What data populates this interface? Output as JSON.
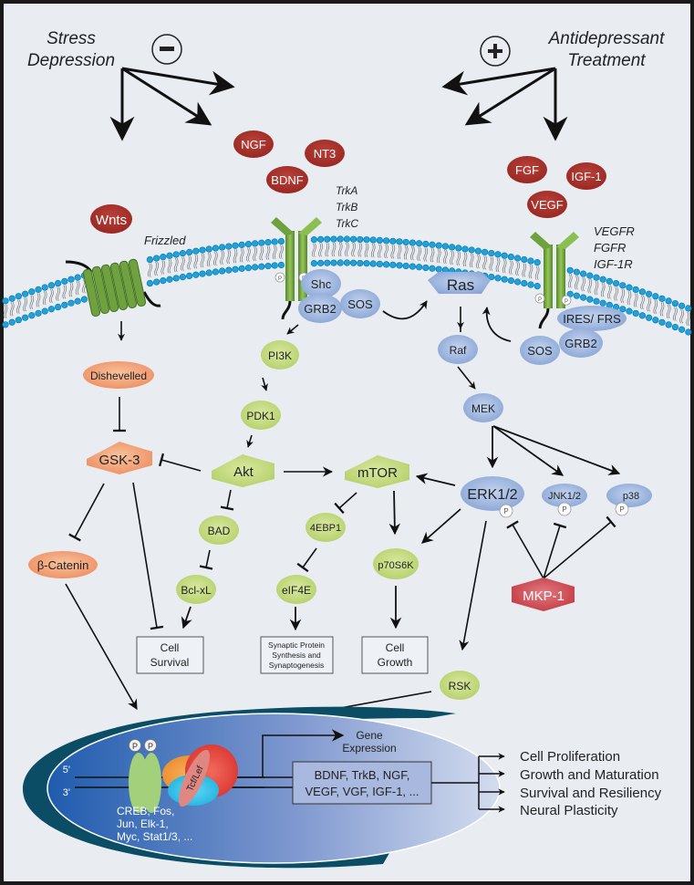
{
  "title_left": {
    "line1": "Stress",
    "line2": "Depression",
    "sign": "−"
  },
  "title_right": {
    "line1": "Antidepressant",
    "line2": "Treatment",
    "sign": "+"
  },
  "colors": {
    "background": "#e9edf2",
    "border": "#1a1a1a",
    "ligand_red": "#a8302b",
    "green_node": "#c9dd86",
    "blue_node": "#8fa9d6",
    "orange_node": "#f2a074",
    "mkp_red": "#cd4850",
    "lipid_head": "#1aa3de",
    "receptor_green": "#6fa23f",
    "nucleus_dark": "#0c4d66",
    "nucleus_blue": "#3b6fbd"
  },
  "ligands": {
    "wnts": "Wnts",
    "ngf": "NGF",
    "nt3": "NT3",
    "bdnf": "BDNF",
    "fgf": "FGF",
    "igf1": "IGF-1",
    "vegf": "VEGF"
  },
  "receptors": {
    "frizzled": "Frizzled",
    "trk": [
      "TrkA",
      "TrkB",
      "TrkC"
    ],
    "rtk": [
      "VEGFR",
      "FGFR",
      "IGF-1R"
    ]
  },
  "adaptors": {
    "shc": "Shc",
    "grb2_left": "GRB2",
    "sos_left": "SOS",
    "ras": "Ras",
    "raf": "Raf",
    "ires_frs": "IRES/ FRS",
    "sos_right": "SOS",
    "grb2_right": "GRB2"
  },
  "phospho": "P",
  "nodes": {
    "dishevelled": "Dishevelled",
    "gsk3": "GSK-3",
    "beta_catenin": "β-Catenin",
    "pi3k": "PI3K",
    "pdk1": "PDK1",
    "akt": "Akt",
    "bad": "BAD",
    "bclxl": "Bcl-xL",
    "mtor": "mTOR",
    "ebp1": "4EBP1",
    "eif4e": "eIF4E",
    "p70s6k": "p70S6K",
    "mek": "MEK",
    "erk": "ERK1/2",
    "jnk": "JNK1/2",
    "p38": "p38",
    "mkp1": "MKP-1",
    "rsk": "RSK"
  },
  "outcome_boxes": {
    "cell_survival": [
      "Cell",
      "Survival"
    ],
    "synaptic": [
      "Synaptic Protein",
      "Synthesis and",
      "Synaptogenesis"
    ],
    "cell_growth": [
      "Cell",
      "Growth"
    ]
  },
  "nucleus": {
    "five_prime": "5'",
    "three_prime": "3'",
    "tcf_lef": "Tcf/Lef",
    "tf_list": [
      "CREB, Fos,",
      "Jun, Elk-1,",
      "Myc, Stat1/3, ..."
    ],
    "gene_expression": [
      "Gene",
      "Expression"
    ],
    "genes": [
      "BDNF, TrkB,  NGF,",
      "VEGF, VGF, IGF-1, ..."
    ]
  },
  "outcomes": [
    "Cell Proliferation",
    "Growth and Maturation",
    "Survival and Resiliency",
    "Neural Plasticity"
  ]
}
